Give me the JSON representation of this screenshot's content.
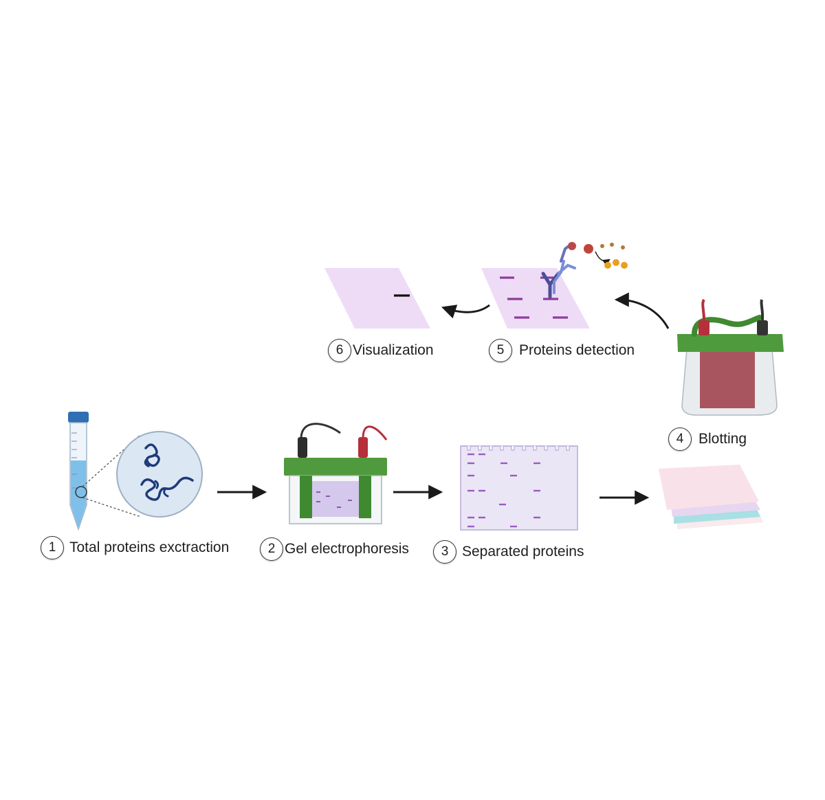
{
  "steps": [
    {
      "number": "1",
      "label": "Total proteins exctraction"
    },
    {
      "number": "2",
      "label": "Gel electrophoresis"
    },
    {
      "number": "3",
      "label": "Separated proteins"
    },
    {
      "number": "4",
      "label": "Blotting"
    },
    {
      "number": "5",
      "label": "Proteins detection"
    },
    {
      "number": "6",
      "label": "Visualization"
    }
  ],
  "colors": {
    "tube_cap": "#2f6fb3",
    "tube_liquid": "#7fc0ea",
    "protein": "#1f3a7a",
    "apparatus_green": "#4f9a3c",
    "electrode_red": "#b5303a",
    "electrode_black": "#333333",
    "gel": "#e9e4f6",
    "band": "#9a5bc0",
    "membrane": "#eedcf6",
    "membrane_band": "#8e3c9c",
    "tank_red": "#a9555f",
    "antibody": "#5a5fa8",
    "signal": "#e8a020"
  }
}
